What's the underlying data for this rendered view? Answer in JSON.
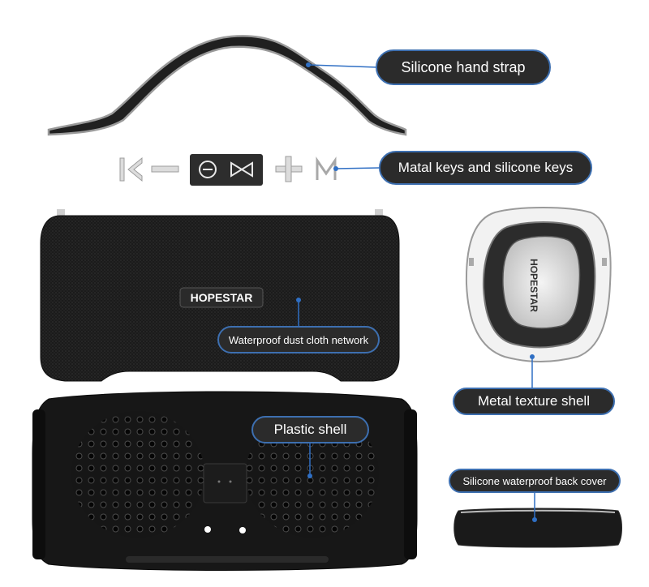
{
  "callouts": {
    "hand_strap": "Silicone hand strap",
    "keys": "Matal keys and silicone keys",
    "cloth": "Waterproof dust cloth network",
    "plastic_shell": "Plastic shell",
    "metal_shell": "Metal texture shell",
    "back_cover": "Silicone waterproof back cover"
  },
  "brand": {
    "front_logo": "HOPESTAR",
    "side_logo": "HOPESTAR"
  },
  "keys": [
    "previous-key",
    "volume-down-key",
    "play-pause-key",
    "bluetooth-key",
    "volume-up-key",
    "mode-key"
  ],
  "colors": {
    "callout_bg": "#2b2b2b",
    "callout_border": "#3d6fb0",
    "leader": "#2f6fc4",
    "speaker_body": "#1c1c1c"
  }
}
